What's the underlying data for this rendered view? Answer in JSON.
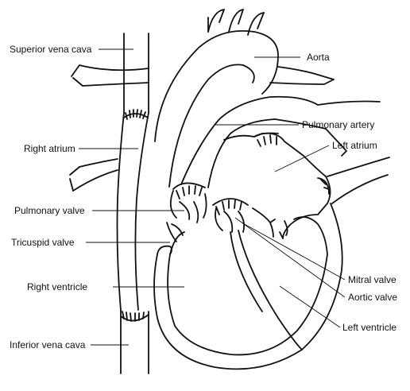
{
  "diagram": {
    "labels": {
      "superior_vena_cava": "Superior vena cava",
      "aorta": "Aorta",
      "pulmonary_artery": "Pulmonary artery",
      "right_atrium": "Right atrium",
      "left_atrium": "Left atrium",
      "pulmonary_valve": "Pulmonary valve",
      "tricuspid_valve": "Tricuspid valve",
      "mitral_valve": "Mitral valve",
      "aortic_valve": "Aortic valve",
      "right_ventricle": "Right ventricle",
      "left_ventricle": "Left ventricle",
      "inferior_vena_cava": "Inferior vena cava"
    },
    "colors": {
      "line": "#111111",
      "background": "#ffffff"
    }
  }
}
